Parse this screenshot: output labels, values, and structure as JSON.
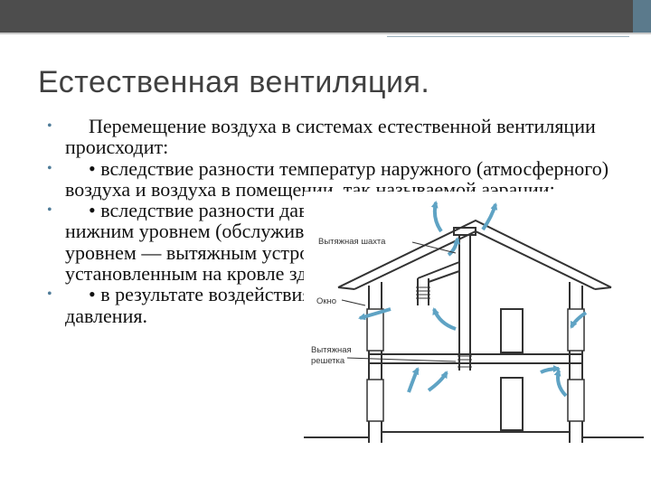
{
  "slide": {
    "title": "Естественная вентиляция.",
    "bullets": [
      "Перемещение воздуха в системах естественной вентиляции происходит:",
      "• вследствие разности температур наружного (атмосферного) воздуха и воздуха в помещении, так называемой аэрации;",
      "• вследствие разности давлений «воздушного столба» между нижним уровнем (обслуживаемым помещением) и верхним уровнем — вытяжным устройством (дефлектором), установленным на кровле здания;",
      "• в результате воздействия так называемого ветрового давления."
    ]
  },
  "figure": {
    "labels": {
      "shaft": "Вытяжная шахта",
      "window": "Окно",
      "grille": "Вытяжная решетка"
    }
  },
  "colors": {
    "topbar": "#4d4d4d",
    "accent": "#5b7a8c",
    "bullet": "#4f7c99",
    "arrow": "#5fa3c4"
  }
}
